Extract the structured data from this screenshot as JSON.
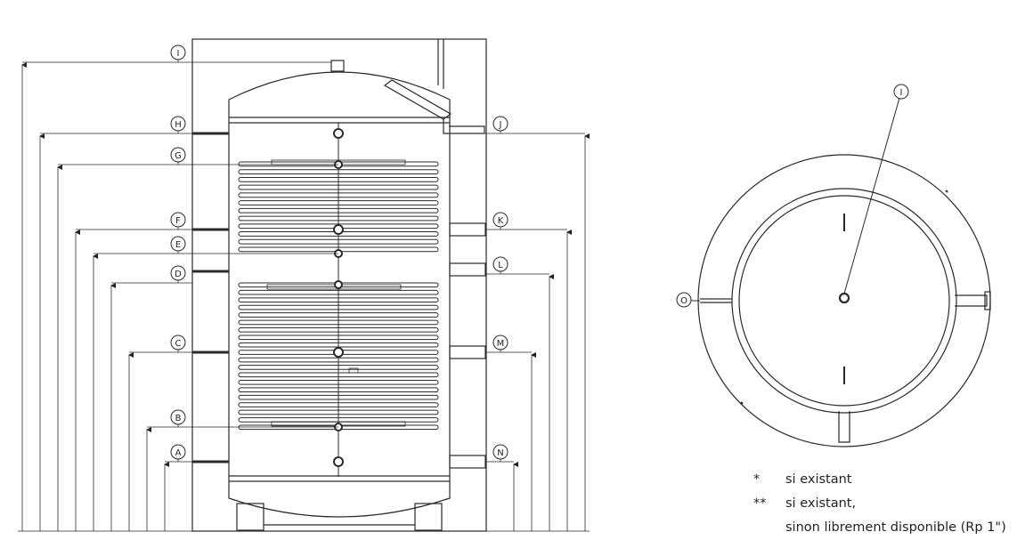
{
  "side_view": {
    "left_labels": [
      "I",
      "H",
      "G",
      "F",
      "E",
      "D",
      "C",
      "B",
      "A"
    ],
    "right_labels": [
      "J",
      "K",
      "L",
      "M",
      "N"
    ]
  },
  "top_view": {
    "center_label": "I",
    "side_label": "O"
  },
  "notes": [
    {
      "symbol": "*",
      "text": "si existant"
    },
    {
      "symbol": "**",
      "text": "si existant,"
    }
  ],
  "notes_continuation": "sinon librement disponible (Rp 1\")",
  "colors": {
    "line": "#2a2a2a",
    "fill": "#ffffff"
  }
}
